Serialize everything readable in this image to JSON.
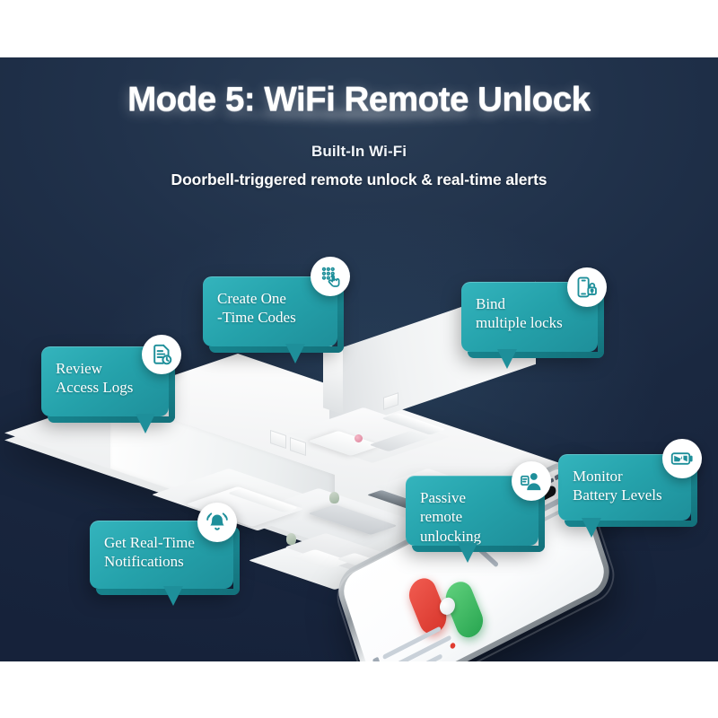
{
  "header": {
    "title": "Mode 5: WiFi Remote Unlock",
    "subtitle_1": "Built-In Wi-Fi",
    "subtitle_2": "Doorbell-triggered remote unlock & real-time alerts"
  },
  "theme": {
    "background_dark": "#1a2840",
    "background_edge": "#ffffff",
    "bubble_teal": "#25a2ab",
    "bubble_teal_dark": "#1e8f9a",
    "badge_fill": "#ffffff",
    "title_color": "#ffffff",
    "lock_button_color": "#d8362c",
    "unlock_button_color": "#29a651"
  },
  "callouts": [
    {
      "id": "review-access-logs",
      "label": "Review\nAccess Logs",
      "icon": "document-clock-icon"
    },
    {
      "id": "create-one-time-codes",
      "label": "Create One\n-Time Codes",
      "icon": "keypad-tap-icon"
    },
    {
      "id": "bind-multiple-locks",
      "label": "Bind\nmultiple locks",
      "icon": "phone-lock-icon"
    },
    {
      "id": "monitor-battery-levels",
      "label": "Monitor\nBattery Levels",
      "icon": "battery-warning-icon"
    },
    {
      "id": "passive-remote-unlocking",
      "label": "Passive\nremote unlocking",
      "icon": "visitor-person-icon"
    },
    {
      "id": "get-real-time-notifications",
      "label": "Get Real-Time\nNotifications",
      "icon": "ringing-bell-icon"
    }
  ],
  "scene": {
    "floorplan_alt": "isometric white 3D apartment floor plan",
    "phone_alt": "smartphone showing smart lock app"
  }
}
